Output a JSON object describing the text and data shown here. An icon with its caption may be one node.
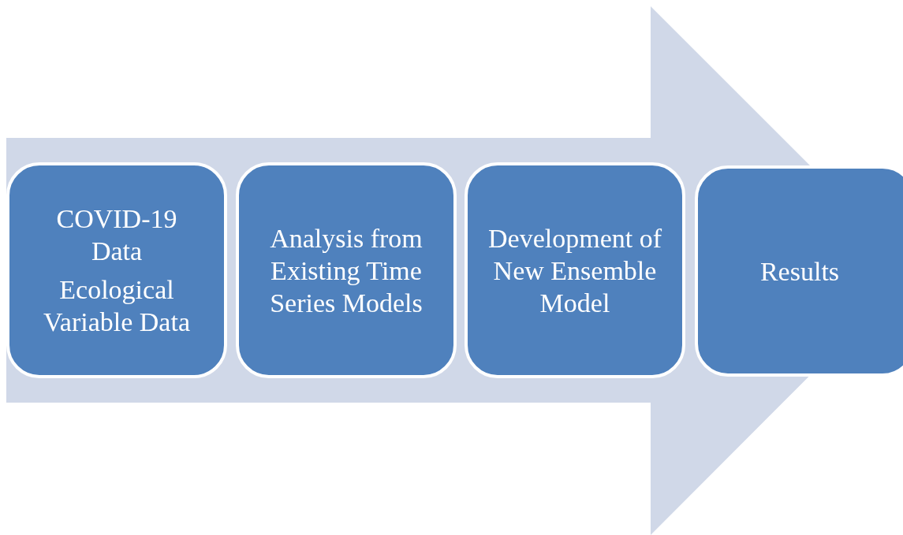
{
  "diagram": {
    "nodes": [
      {
        "text": [
          "COVID-19 Data",
          "Ecological Variable Data"
        ]
      },
      {
        "text": [
          "Analysis from Existing Time Series Models"
        ]
      },
      {
        "text": [
          "Development of New Ensemble Model"
        ]
      },
      {
        "text": [
          "Results"
        ]
      }
    ],
    "edges": [
      {
        "from": 0,
        "to": 3,
        "arrow": "to",
        "style": "thick"
      }
    ]
  }
}
